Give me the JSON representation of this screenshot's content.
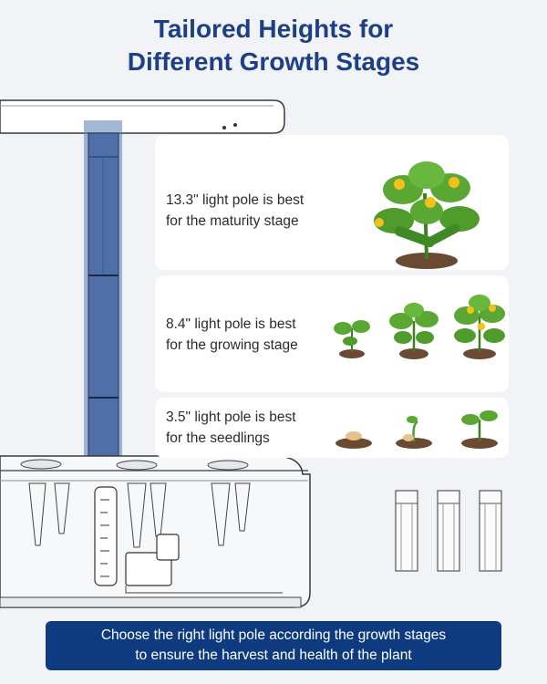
{
  "title": {
    "line1": "Tailored Heights for",
    "line2": "Different Growth Stages"
  },
  "stages": [
    {
      "line1": "13.3\" light pole is best",
      "line2": "for the maturity stage"
    },
    {
      "line1": "8.4\" light pole is best",
      "line2": "for the growing stage"
    },
    {
      "line1": "3.5\" light pole is best",
      "line2": "for the seedlings"
    }
  ],
  "footer": {
    "line1": "Choose the right light pole according the growth stages",
    "line2": "to ensure the harvest and health of the plant"
  },
  "colors": {
    "title": "#1c3f86",
    "pole": "#5a7bb2",
    "footer_bg": "#0e3a7f",
    "leaf": "#5aa833",
    "flower": "#f2c21a",
    "soil": "#6b4a34"
  }
}
